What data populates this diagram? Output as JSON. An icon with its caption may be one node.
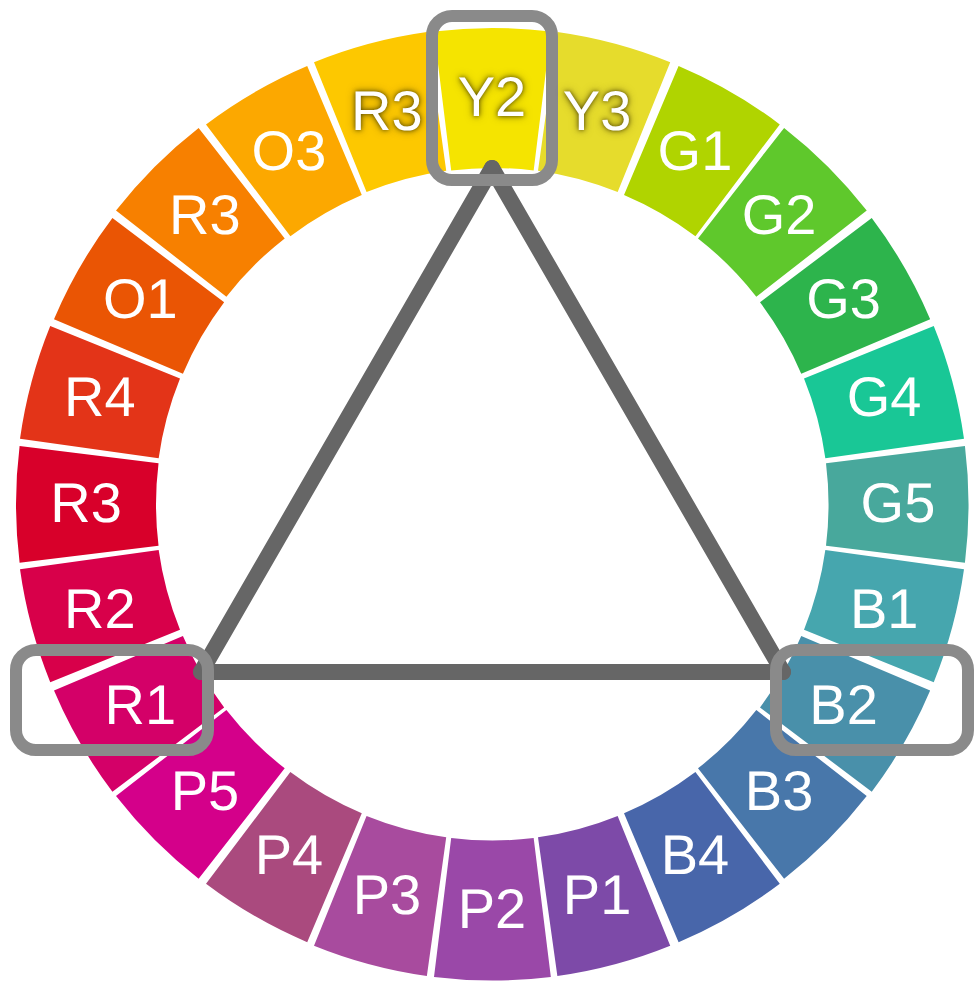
{
  "diagram": {
    "nodes": [
      {
        "text": [
          "Y2"
        ]
      },
      {
        "text": [
          "Y3"
        ]
      },
      {
        "text": [
          "G1"
        ]
      },
      {
        "text": [
          "G2"
        ]
      },
      {
        "text": [
          "G3"
        ]
      },
      {
        "text": [
          "G4"
        ]
      },
      {
        "text": [
          "G5"
        ]
      },
      {
        "text": [
          "B1"
        ]
      },
      {
        "text": [
          "B2"
        ]
      },
      {
        "text": [
          "B3"
        ]
      },
      {
        "text": [
          "B4"
        ]
      },
      {
        "text": [
          "P1"
        ]
      },
      {
        "text": [
          "P2"
        ]
      },
      {
        "text": [
          "P3"
        ]
      },
      {
        "text": [
          "P4"
        ]
      },
      {
        "text": [
          "P5"
        ]
      },
      {
        "text": [
          "R1"
        ]
      },
      {
        "text": [
          "R2"
        ]
      },
      {
        "text": [
          "R3"
        ]
      },
      {
        "text": [
          "R4"
        ]
      },
      {
        "text": [
          "O1"
        ]
      },
      {
        "text": [
          "R3"
        ]
      },
      {
        "text": [
          "O3"
        ]
      },
      {
        "text": [
          "R3"
        ]
      }
    ],
    "edges": [
      {
        "from": 0,
        "to": 8,
        "arrow": "none"
      },
      {
        "from": 8,
        "to": 16,
        "arrow": "none"
      },
      {
        "from": 16,
        "to": 0,
        "arrow": "none"
      }
    ]
  }
}
